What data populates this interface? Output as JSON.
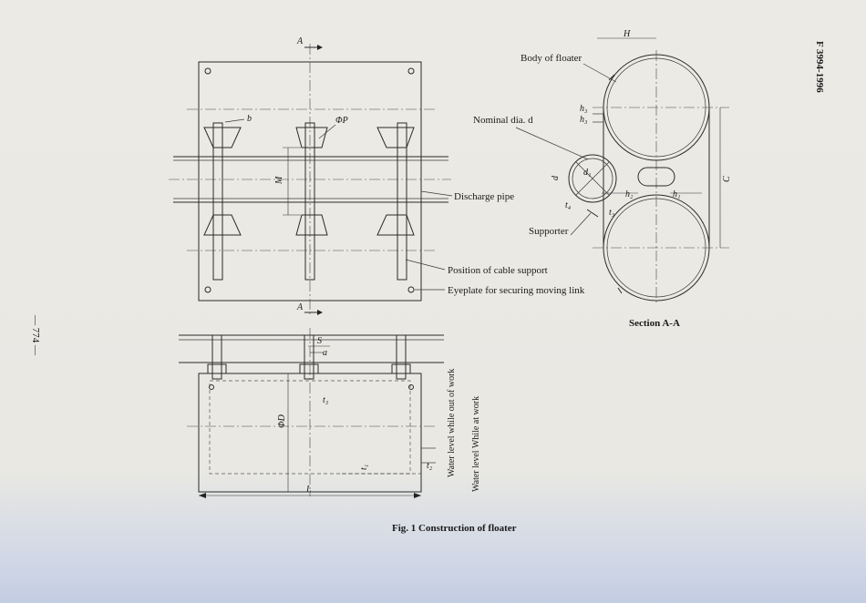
{
  "header": {
    "standard_number": "F 3994-1996"
  },
  "page_number": "— 774 —",
  "caption": "Fig. 1   Construction of floater",
  "section_title": "Section A-A",
  "callouts": {
    "body_of_floater": "Body of floater",
    "nominal_dia": "Nominal dia. d",
    "discharge_pipe": "Discharge pipe",
    "supporter": "Supporter",
    "position_cable_support": "Position of cable support",
    "eyeplate": "Eyeplate for securing moving link",
    "water_level_out": "Water level while out of work",
    "water_level_at": "Water level While at work"
  },
  "dimensions": {
    "section_mark_top": "A",
    "section_mark_bottom": "A",
    "b": "b",
    "phi_p": "ΦP",
    "m": "M",
    "s": "S",
    "a": "a",
    "phi_d": "ΦD",
    "t3_elev": "t₃",
    "t1": "t₁",
    "t2": "t₂",
    "l": "L",
    "h": "H",
    "h3a": "h₃",
    "h3b": "h₃",
    "d_big": "d",
    "d1": "d₁",
    "h2": "h₂",
    "h1": "h₁",
    "t4": "t₄",
    "t3_sec": "t₃",
    "c": "C"
  }
}
